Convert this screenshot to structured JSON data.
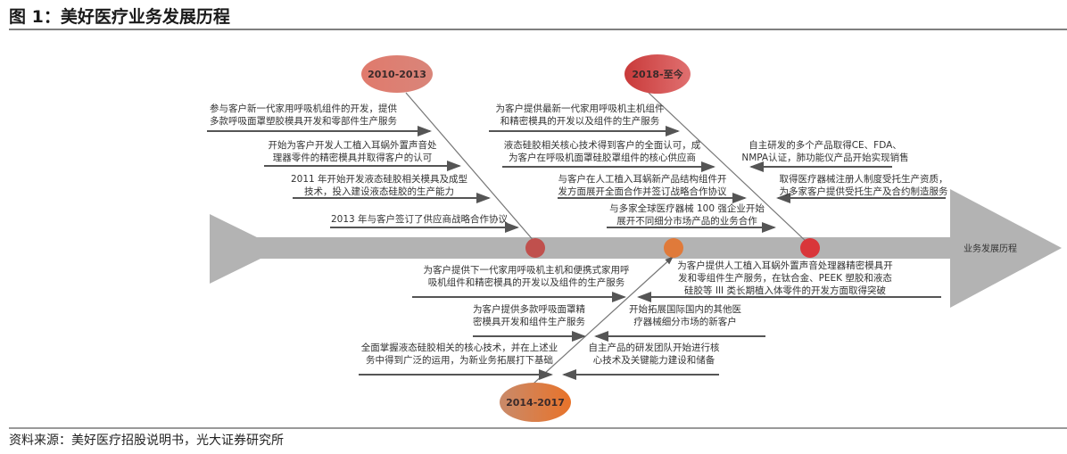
{
  "title": "图 1：美好医疗业务发展历程",
  "source": "资料来源：美好医疗招股说明书，光大证券研究所",
  "axis_label": "业务发展历程",
  "eras": {
    "e1": "2010-2013",
    "e2": "2014-2017",
    "e3": "2018-至今"
  },
  "top_left": [
    [
      "参与客户新一代家用呼吸机组件的开发，提供",
      "多款呼吸面罩塑胶模具开发和零部件生产服务"
    ],
    [
      "开始为客户开发人工植入耳蜗外置声音处",
      "理器零件的精密模具并取得客户的认可"
    ],
    [
      "2011 年开始开发液态硅胶相关模具及成型",
      "技术，投入建设液态硅胶的生产能力"
    ],
    [
      "2013 年与客户签订了供应商战略合作协议"
    ]
  ],
  "top_mid": [
    [
      "为客户提供最新一代家用呼吸机主机组件",
      "和精密模具的开发以及组件的生产服务"
    ],
    [
      "液态硅胶相关核心技术得到客户的全面认可，成",
      "为客户在呼吸机面罩硅胶罩组件的核心供应商"
    ],
    [
      "与客户在人工植入耳蜗新产品结构组件开",
      "发方面展开全面合作并签订战略合作协议"
    ],
    [
      "与多家全球医疗器械 100 强企业开始",
      "展开不同细分市场产品的业务合作"
    ]
  ],
  "top_right": [
    [
      "自主研发的多个产品取得CE、FDA、",
      "NMPA认证，肺功能仪产品开始实现销售"
    ],
    [
      "取得医疗器械注册人制度受托生产资质，",
      "为多家客户提供受托生产及合约制造服务"
    ]
  ],
  "bottom_left": [
    [
      "为客户提供下一代家用呼吸机主机和便携式家用呼",
      "吸机组件和精密模具的开发以及组件的生产服务"
    ],
    [
      "为客户提供多款呼吸面罩精",
      "密模具开发和组件生产服务"
    ],
    [
      "全面掌握液态硅胶相关的核心技术，并在上述业",
      "务中得到广泛的运用，为新业务拓展打下基础"
    ]
  ],
  "bottom_right": [
    [
      "为客户提供人工植入耳蜗外置声音处理器精密模具开",
      "发和零组件生产服务，在钛合金、PEEK 塑胶和液态",
      "硅胶等 III 类长期植入体零件的开发方面取得突破"
    ],
    [
      "开始拓展国际国内的其他医",
      "疗器械细分市场的新客户"
    ],
    [
      "自主产品的研发团队开始进行核",
      "心技术及关键能力建设和储备"
    ]
  ]
}
